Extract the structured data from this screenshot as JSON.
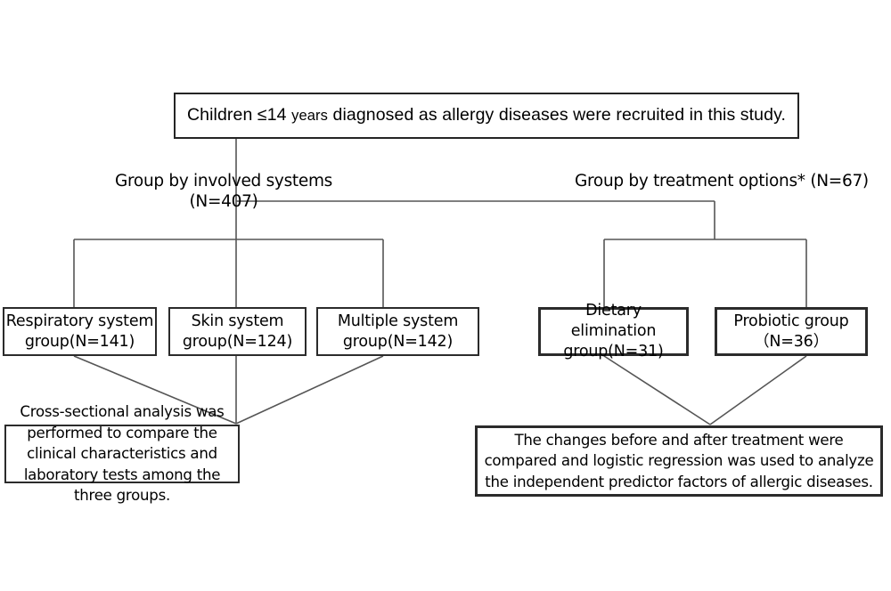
{
  "diagram": {
    "title_box": {
      "text_main_before": "Children ≤14 ",
      "text_small": "years",
      "text_main_after": " diagnosed as allergy diseases were recruited in this study.",
      "full_text": "Children ≤14 years diagnosed as allergy diseases were recruited in this study."
    },
    "branch_labels": {
      "left": "Group by  involved systems\n(N=407)",
      "right": "Group by treatment options*  (N=67)"
    },
    "group_boxes": [
      {
        "id": "respiratory",
        "label": "Respiratory system\ngroup(N=141)",
        "n": 141
      },
      {
        "id": "skin",
        "label": "Skin system\ngroup(N=124)",
        "n": 124
      },
      {
        "id": "multiple",
        "label": "Multiple system\ngroup(N=142)",
        "n": 142
      },
      {
        "id": "dietary",
        "label": "Dietary elimination\ngroup(N=31)",
        "n": 31
      },
      {
        "id": "probiotic",
        "label": "Probiotic group\n（N=36）",
        "n": 36
      }
    ],
    "conclusions": {
      "left": "Cross-sectional analysis was performed to compare the clinical characteristics and laboratory tests among the three groups.",
      "right": "The changes before and after treatment were compared and logistic regression was used to analyze the independent predictor factors of allergic diseases."
    },
    "colors": {
      "line": "#555555",
      "box_border": "#2b2b2b",
      "text": "#000000",
      "background": "#ffffff"
    }
  }
}
